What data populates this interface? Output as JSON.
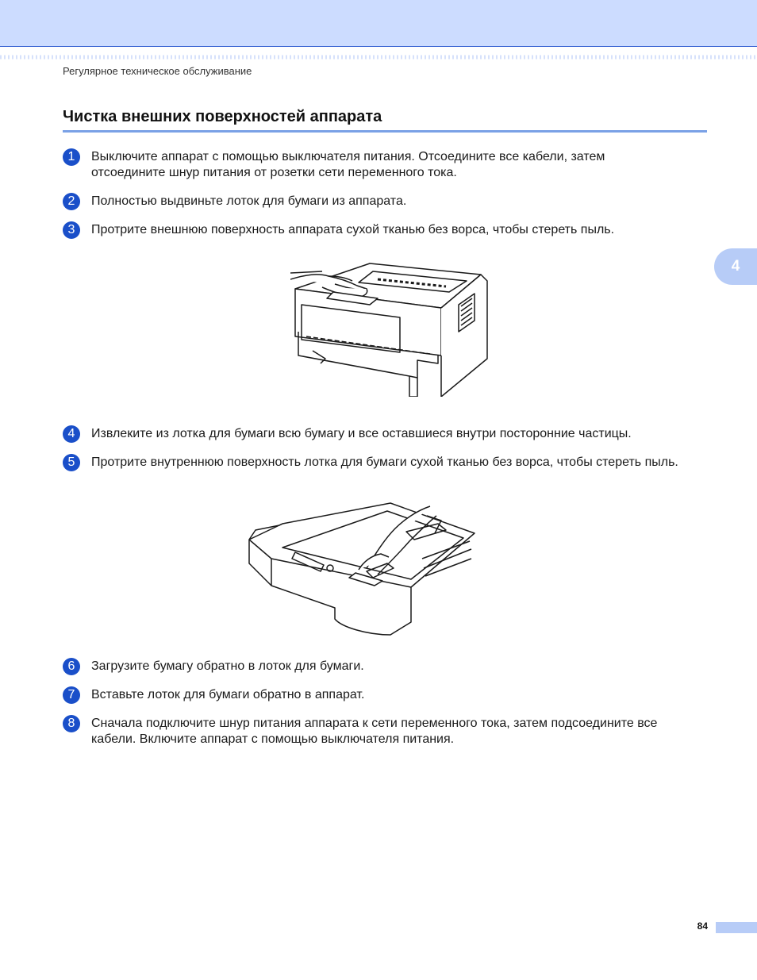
{
  "header": {
    "running_title": "Регулярное техническое обслуживание",
    "chapter_tab": "4"
  },
  "section": {
    "title": "Чистка внешних поверхностей аппарата"
  },
  "steps": [
    {
      "num": "1",
      "lines": [
        "Выключите аппарат с помощью выключателя питания. Отсоедините все кабели, затем",
        "отсоедините шнур питания от розетки сети переменного тока."
      ]
    },
    {
      "num": "2",
      "lines": [
        "Полностью выдвиньте лоток для бумаги из аппарата."
      ]
    },
    {
      "num": "3",
      "lines": [
        "Протрите внешнюю поверхность аппарата сухой тканью без ворса, чтобы стереть пыль."
      ]
    },
    {
      "num": "4",
      "lines": [
        "Извлеките из лотка для бумаги всю бумагу и все оставшиеся внутри посторонние частицы."
      ]
    },
    {
      "num": "5",
      "lines": [
        "Протрите внутреннюю поверхность лотка для бумаги сухой тканью без ворса, чтобы стереть пыль."
      ]
    },
    {
      "num": "6",
      "lines": [
        "Загрузите бумагу обратно в лоток для бумаги."
      ]
    },
    {
      "num": "7",
      "lines": [
        "Вставьте лоток для бумаги обратно в аппарат."
      ]
    },
    {
      "num": "8",
      "lines": [
        "Сначала подключите шнур питания аппарата к сети переменного тока, затем подсоедините все",
        "кабели. Включите аппарат с помощью выключателя питания."
      ]
    }
  ],
  "footer": {
    "page_number": "84"
  }
}
